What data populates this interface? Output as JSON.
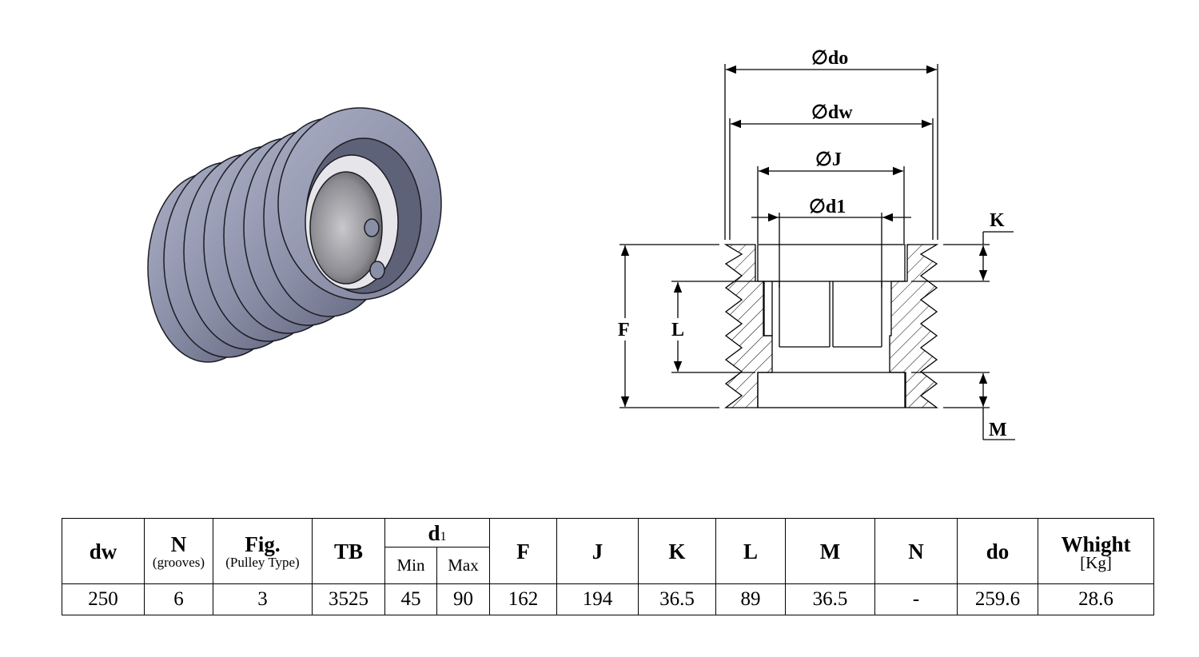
{
  "drawing": {
    "dimensions": {
      "do": "do",
      "dw": "dw",
      "J": "J",
      "d1": "d1",
      "K": "K",
      "F": "F",
      "L": "L",
      "M": "M"
    },
    "diameter_symbol": "∅"
  },
  "table": {
    "headers": {
      "dw": "dw",
      "N": "N",
      "N_sub": "(grooves)",
      "fig": "Fig.",
      "fig_sub": "(Pulley Type)",
      "tb": "TB",
      "d1": "d",
      "d1_index": "1",
      "min": "Min",
      "max": "Max",
      "F": "F",
      "J": "J",
      "K": "K",
      "L": "L",
      "M": "M",
      "N2": "N",
      "do": "do",
      "weight": "Whight",
      "weight_unit": "[Kg]"
    },
    "row": {
      "dw": "250",
      "N": "6",
      "fig": "3",
      "tb": "3525",
      "min": "45",
      "max": "90",
      "F": "162",
      "J": "194",
      "K": "36.5",
      "L": "89",
      "M": "36.5",
      "N2": "-",
      "do": "259.6",
      "weight": "28.6"
    }
  }
}
